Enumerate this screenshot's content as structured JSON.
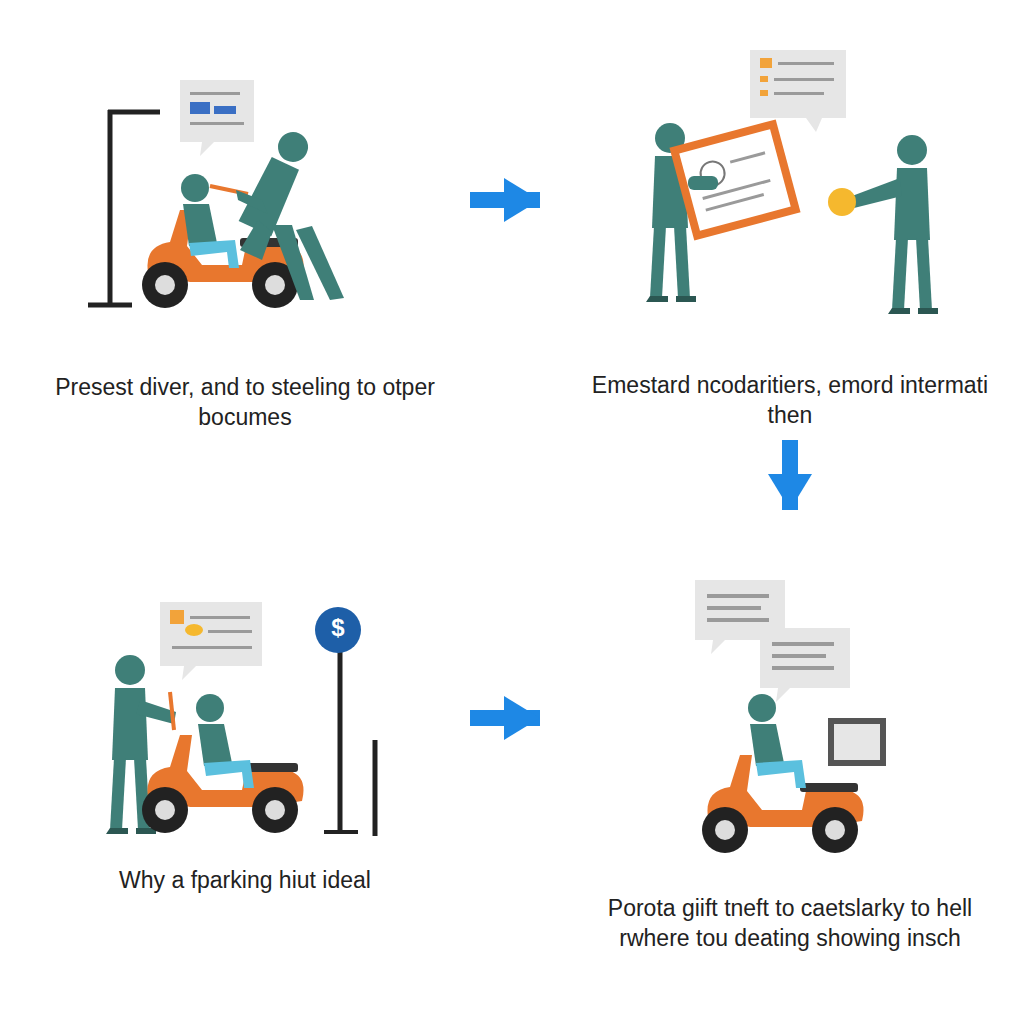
{
  "diagram": {
    "nodes": [
      {
        "text": [
          "Presest diver, and to steeling to otper bocumes"
        ]
      },
      {
        "text": [
          "Emestard ncodaritiers, emord intermati then"
        ]
      },
      {
        "text": [
          "Why a fparking hiut ideal"
        ]
      },
      {
        "text": [
          "Porota giift tneft to caetslarky to hell rwhere tou deating showing insch"
        ]
      }
    ],
    "edges": [
      {
        "from": 0,
        "to": 1,
        "arrow": "to"
      },
      {
        "from": 1,
        "to": 3,
        "arrow": "to"
      },
      {
        "from": 2,
        "to": 3,
        "arrow": "to"
      }
    ],
    "labels": [
      "$"
    ]
  }
}
